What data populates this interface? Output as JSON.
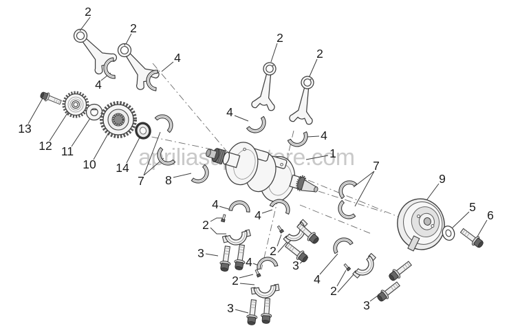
{
  "watermark": {
    "text": "apriliasuperstore.com",
    "color": "#c9c9c9"
  },
  "diagram": {
    "background": "#ffffff",
    "line_color": "#3a3a3a",
    "label_color": "#1b1b1b",
    "callouts": [
      {
        "label": "2"
      },
      {
        "label": "2"
      },
      {
        "label": "4"
      },
      {
        "label": "4"
      },
      {
        "label": "2"
      },
      {
        "label": "2"
      },
      {
        "label": "4"
      },
      {
        "label": "4"
      },
      {
        "label": "1"
      },
      {
        "label": "13"
      },
      {
        "label": "12"
      },
      {
        "label": "11"
      },
      {
        "label": "10"
      },
      {
        "label": "14"
      },
      {
        "label": "7"
      },
      {
        "label": "8"
      },
      {
        "label": "4"
      },
      {
        "label": "2"
      },
      {
        "label": "3"
      },
      {
        "label": "4"
      },
      {
        "label": "2"
      },
      {
        "label": "3"
      },
      {
        "label": "4"
      },
      {
        "label": "2"
      },
      {
        "label": "3"
      },
      {
        "label": "4"
      },
      {
        "label": "2"
      },
      {
        "label": "3"
      },
      {
        "label": "7"
      },
      {
        "label": "9"
      },
      {
        "label": "5"
      },
      {
        "label": "6"
      }
    ]
  }
}
